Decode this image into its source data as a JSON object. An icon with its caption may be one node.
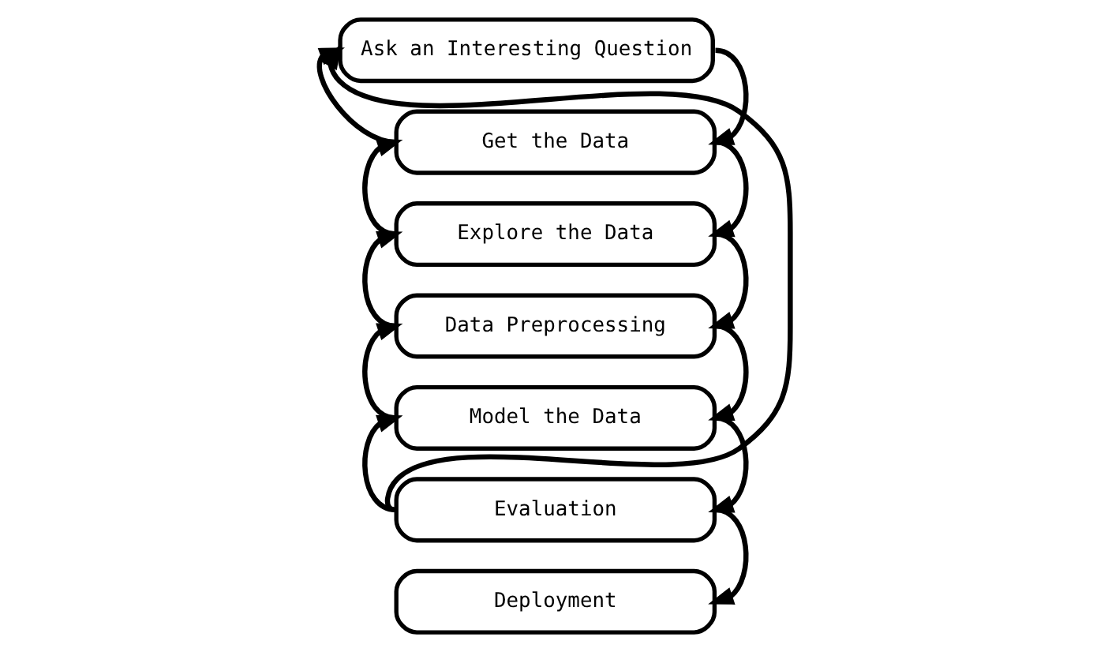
{
  "diagram": {
    "nodes": [
      {
        "text": [
          "Ask an Interesting Question"
        ]
      },
      {
        "text": [
          "Get the Data"
        ]
      },
      {
        "text": [
          "Explore the Data"
        ]
      },
      {
        "text": [
          "Data Preprocessing"
        ]
      },
      {
        "text": [
          "Model the Data"
        ]
      },
      {
        "text": [
          "Evaluation"
        ]
      },
      {
        "text": [
          "Deployment"
        ]
      }
    ],
    "edges": [
      {
        "from": 0,
        "to": 1,
        "arrow": "to"
      },
      {
        "from": 1,
        "to": 0,
        "arrow": "to"
      },
      {
        "from": 1,
        "to": 2,
        "arrow": "to"
      },
      {
        "from": 2,
        "to": 1,
        "arrow": "to"
      },
      {
        "from": 2,
        "to": 3,
        "arrow": "to"
      },
      {
        "from": 3,
        "to": 2,
        "arrow": "to"
      },
      {
        "from": 3,
        "to": 4,
        "arrow": "to"
      },
      {
        "from": 4,
        "to": 3,
        "arrow": "to"
      },
      {
        "from": 4,
        "to": 5,
        "arrow": "to"
      },
      {
        "from": 5,
        "to": 4,
        "arrow": "to"
      },
      {
        "from": 5,
        "to": 6,
        "arrow": "to"
      },
      {
        "from": 5,
        "to": 0,
        "arrow": "to"
      }
    ]
  }
}
